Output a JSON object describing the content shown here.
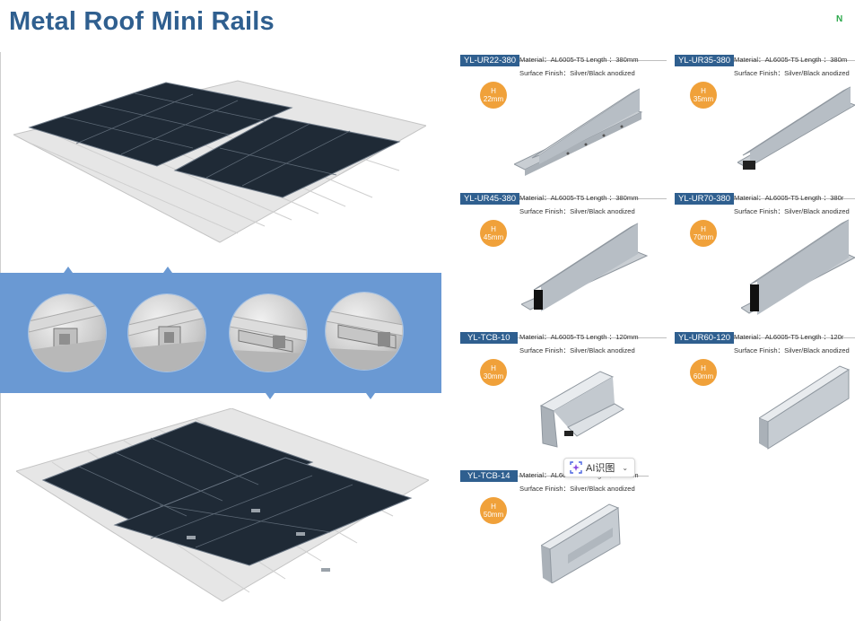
{
  "header": {
    "title": "Metal Roof Mini Rails",
    "brand_mark": "N"
  },
  "colors": {
    "title": "#2f5f8f",
    "model_tag": "#2f5f8f",
    "badge": "#f0a13a",
    "band": "#6a99d3"
  },
  "products": [
    {
      "model": "YL-UR22-380",
      "spec1": "Material：AL6005-T5   Length ：380mm",
      "spec2": "Surface Finish：Silver/Black anodized",
      "h_label": "H",
      "h_value": "22mm"
    },
    {
      "model": "YL-UR35-380",
      "spec1": "Material：AL6005-T5   Length ：380m",
      "spec2": "Surface Finish：Silver/Black anodized",
      "h_label": "H",
      "h_value": "35mm"
    },
    {
      "model": "YL-UR45-380",
      "spec1": "Material：AL6005-T5   Length ：380mm",
      "spec2": "Surface Finish：Silver/Black anodized",
      "h_label": "H",
      "h_value": "45mm"
    },
    {
      "model": "YL-UR70-380",
      "spec1": "Material：AL6005-T5   Length ：380r",
      "spec2": "Surface Finish：Silver/Black anodized",
      "h_label": "H",
      "h_value": "70mm"
    },
    {
      "model": "YL-TCB-10",
      "spec1": "Material：AL6005-T5   Length ：120mm",
      "spec2": "Surface Finish：Silver/Black anodized",
      "h_label": "H",
      "h_value": "30mm"
    },
    {
      "model": "YL-UR60-120",
      "spec1": "Material：AL6005-T5   Length ：120r",
      "spec2": "Surface Finish：Silver/Black anodized",
      "h_label": "H",
      "h_value": "60mm"
    },
    {
      "model": "YL-TCB-14",
      "spec1": "Material：AL6005-T5   Length ：120mm",
      "spec2": "Surface Finish：Silver/Black anodized",
      "h_label": "H",
      "h_value": "50mm"
    }
  ],
  "overlay": {
    "ai_label": "AI识图",
    "icon": "ai-scan-icon"
  }
}
